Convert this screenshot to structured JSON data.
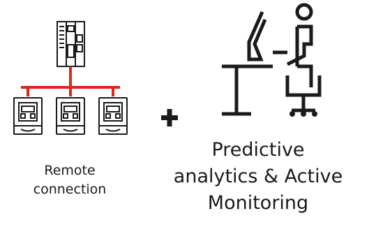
{
  "colors": {
    "ink": "#1a1a1a",
    "connection_red": "#e2231a",
    "background": "#ffffff"
  },
  "left_group": {
    "icon": "controller-network-icon",
    "caption_lines": [
      "Remote",
      "connection"
    ]
  },
  "operator": {
    "icon": "plus-icon"
  },
  "right_group": {
    "icon": "person-at-desk-icon",
    "caption_lines": [
      "Predictive",
      "analytics & Active",
      "Monitoring"
    ]
  }
}
